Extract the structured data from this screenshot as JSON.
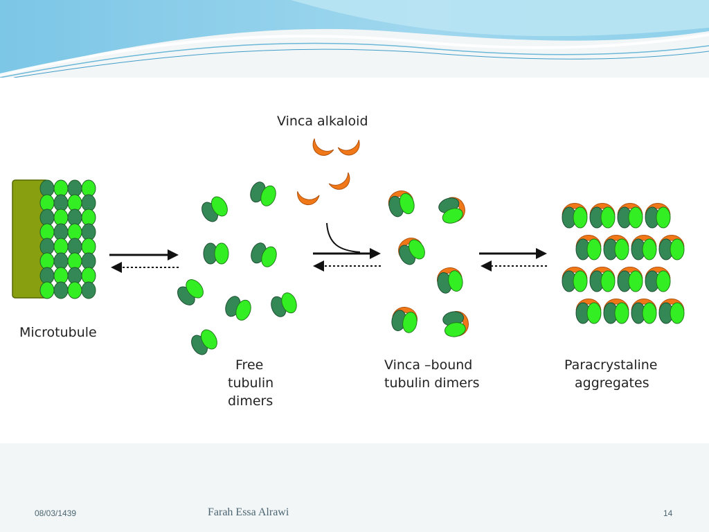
{
  "diagram": {
    "labels": {
      "microtubule": "Microtubule",
      "vinca_alkaloid": "Vinca alkaloid",
      "free_tubulin": [
        "Free",
        "tubulin",
        "dimers"
      ],
      "vinca_bound": [
        "Vinca –bound",
        "tubulin dimers"
      ],
      "paracrystaline": [
        "Paracrystaline",
        "aggregates"
      ]
    },
    "colors": {
      "tubulin_light": "#33ee22",
      "tubulin_dark": "#338855",
      "vinca": "#f07818",
      "microtubule_core": "#88a010",
      "arrow": "#111111"
    }
  },
  "footer": {
    "date": "08/03/1439",
    "author": "Farah Essa Alrawi",
    "page_number": "14"
  }
}
